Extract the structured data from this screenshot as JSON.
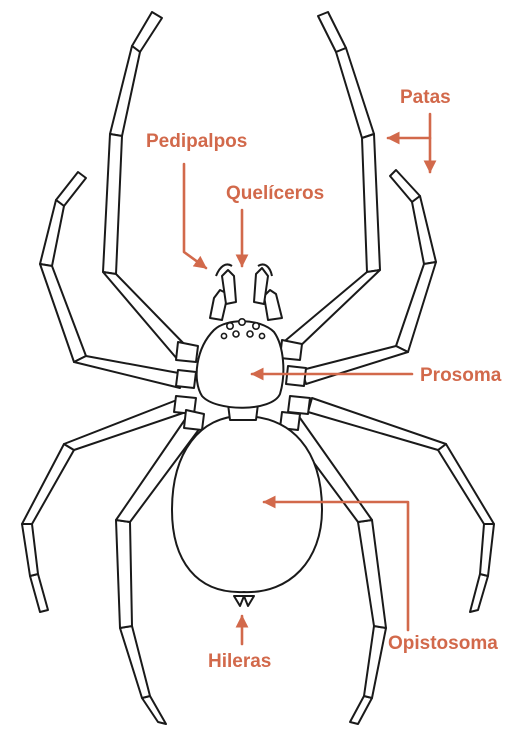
{
  "colors": {
    "label": "#d2694b",
    "outline": "#1a1a1a",
    "fill": "#ffffff"
  },
  "labels": {
    "patas": "Patas",
    "pedipalpos": "Pedipalpos",
    "queliceros": "Quelíceros",
    "prosoma": "Prosoma",
    "opistosoma": "Opistosoma",
    "hileras": "Hileras"
  }
}
